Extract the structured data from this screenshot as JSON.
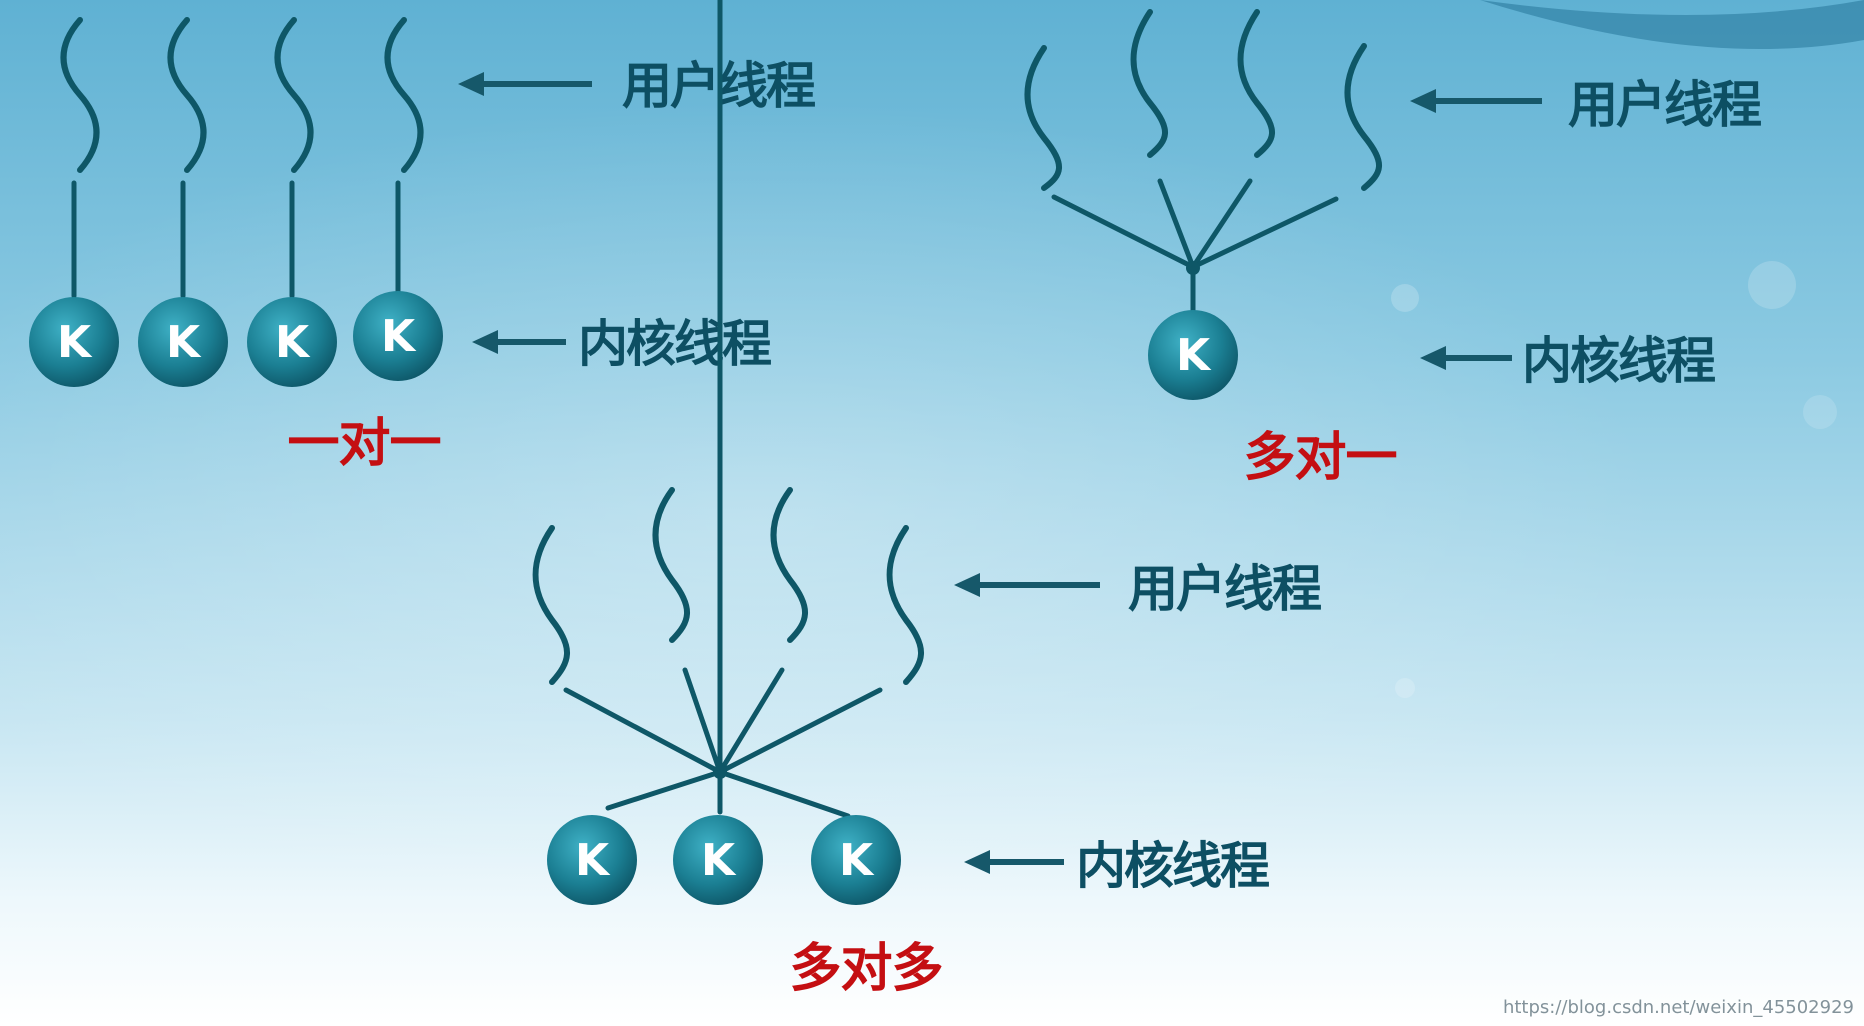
{
  "labels": {
    "user_thread": "用户线程",
    "kernel_thread": "内核线程",
    "kernel_symbol": "K"
  },
  "models": [
    {
      "id": "one-to-one",
      "title": "一对一",
      "user_threads": 4,
      "kernel_threads": 4
    },
    {
      "id": "many-to-one",
      "title": "多对一",
      "user_threads": 4,
      "kernel_threads": 1
    },
    {
      "id": "many-to-many",
      "title": "多对多",
      "user_threads": 4,
      "kernel_threads": 3
    }
  ],
  "watermark": "https://blog.csdn.net/weixin_45502929",
  "colors": {
    "kernel_circle": "#1b7f93",
    "line": "#0e5767",
    "title": "#c40f12",
    "label": "#0d4f63"
  }
}
